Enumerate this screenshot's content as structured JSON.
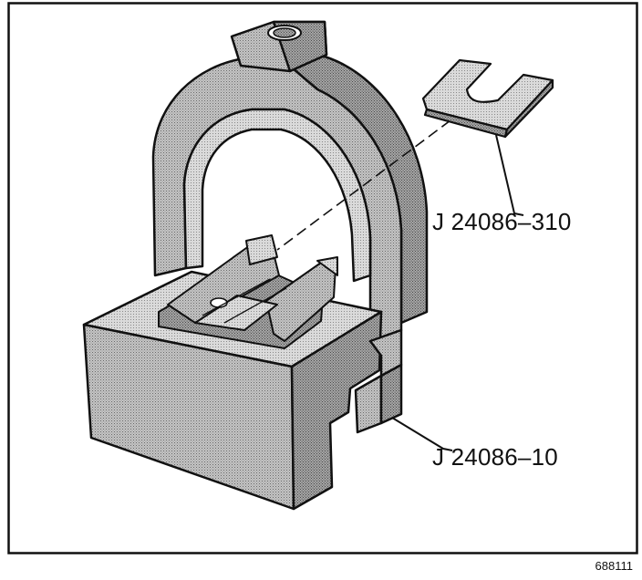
{
  "callouts": {
    "shim_part": "J 24086–310",
    "fixture_part": "J 24086–10"
  },
  "figure_number": "688111",
  "colors": {
    "ink": "#111111",
    "halftone": "#a8a8a8",
    "paper": "#ffffff"
  }
}
